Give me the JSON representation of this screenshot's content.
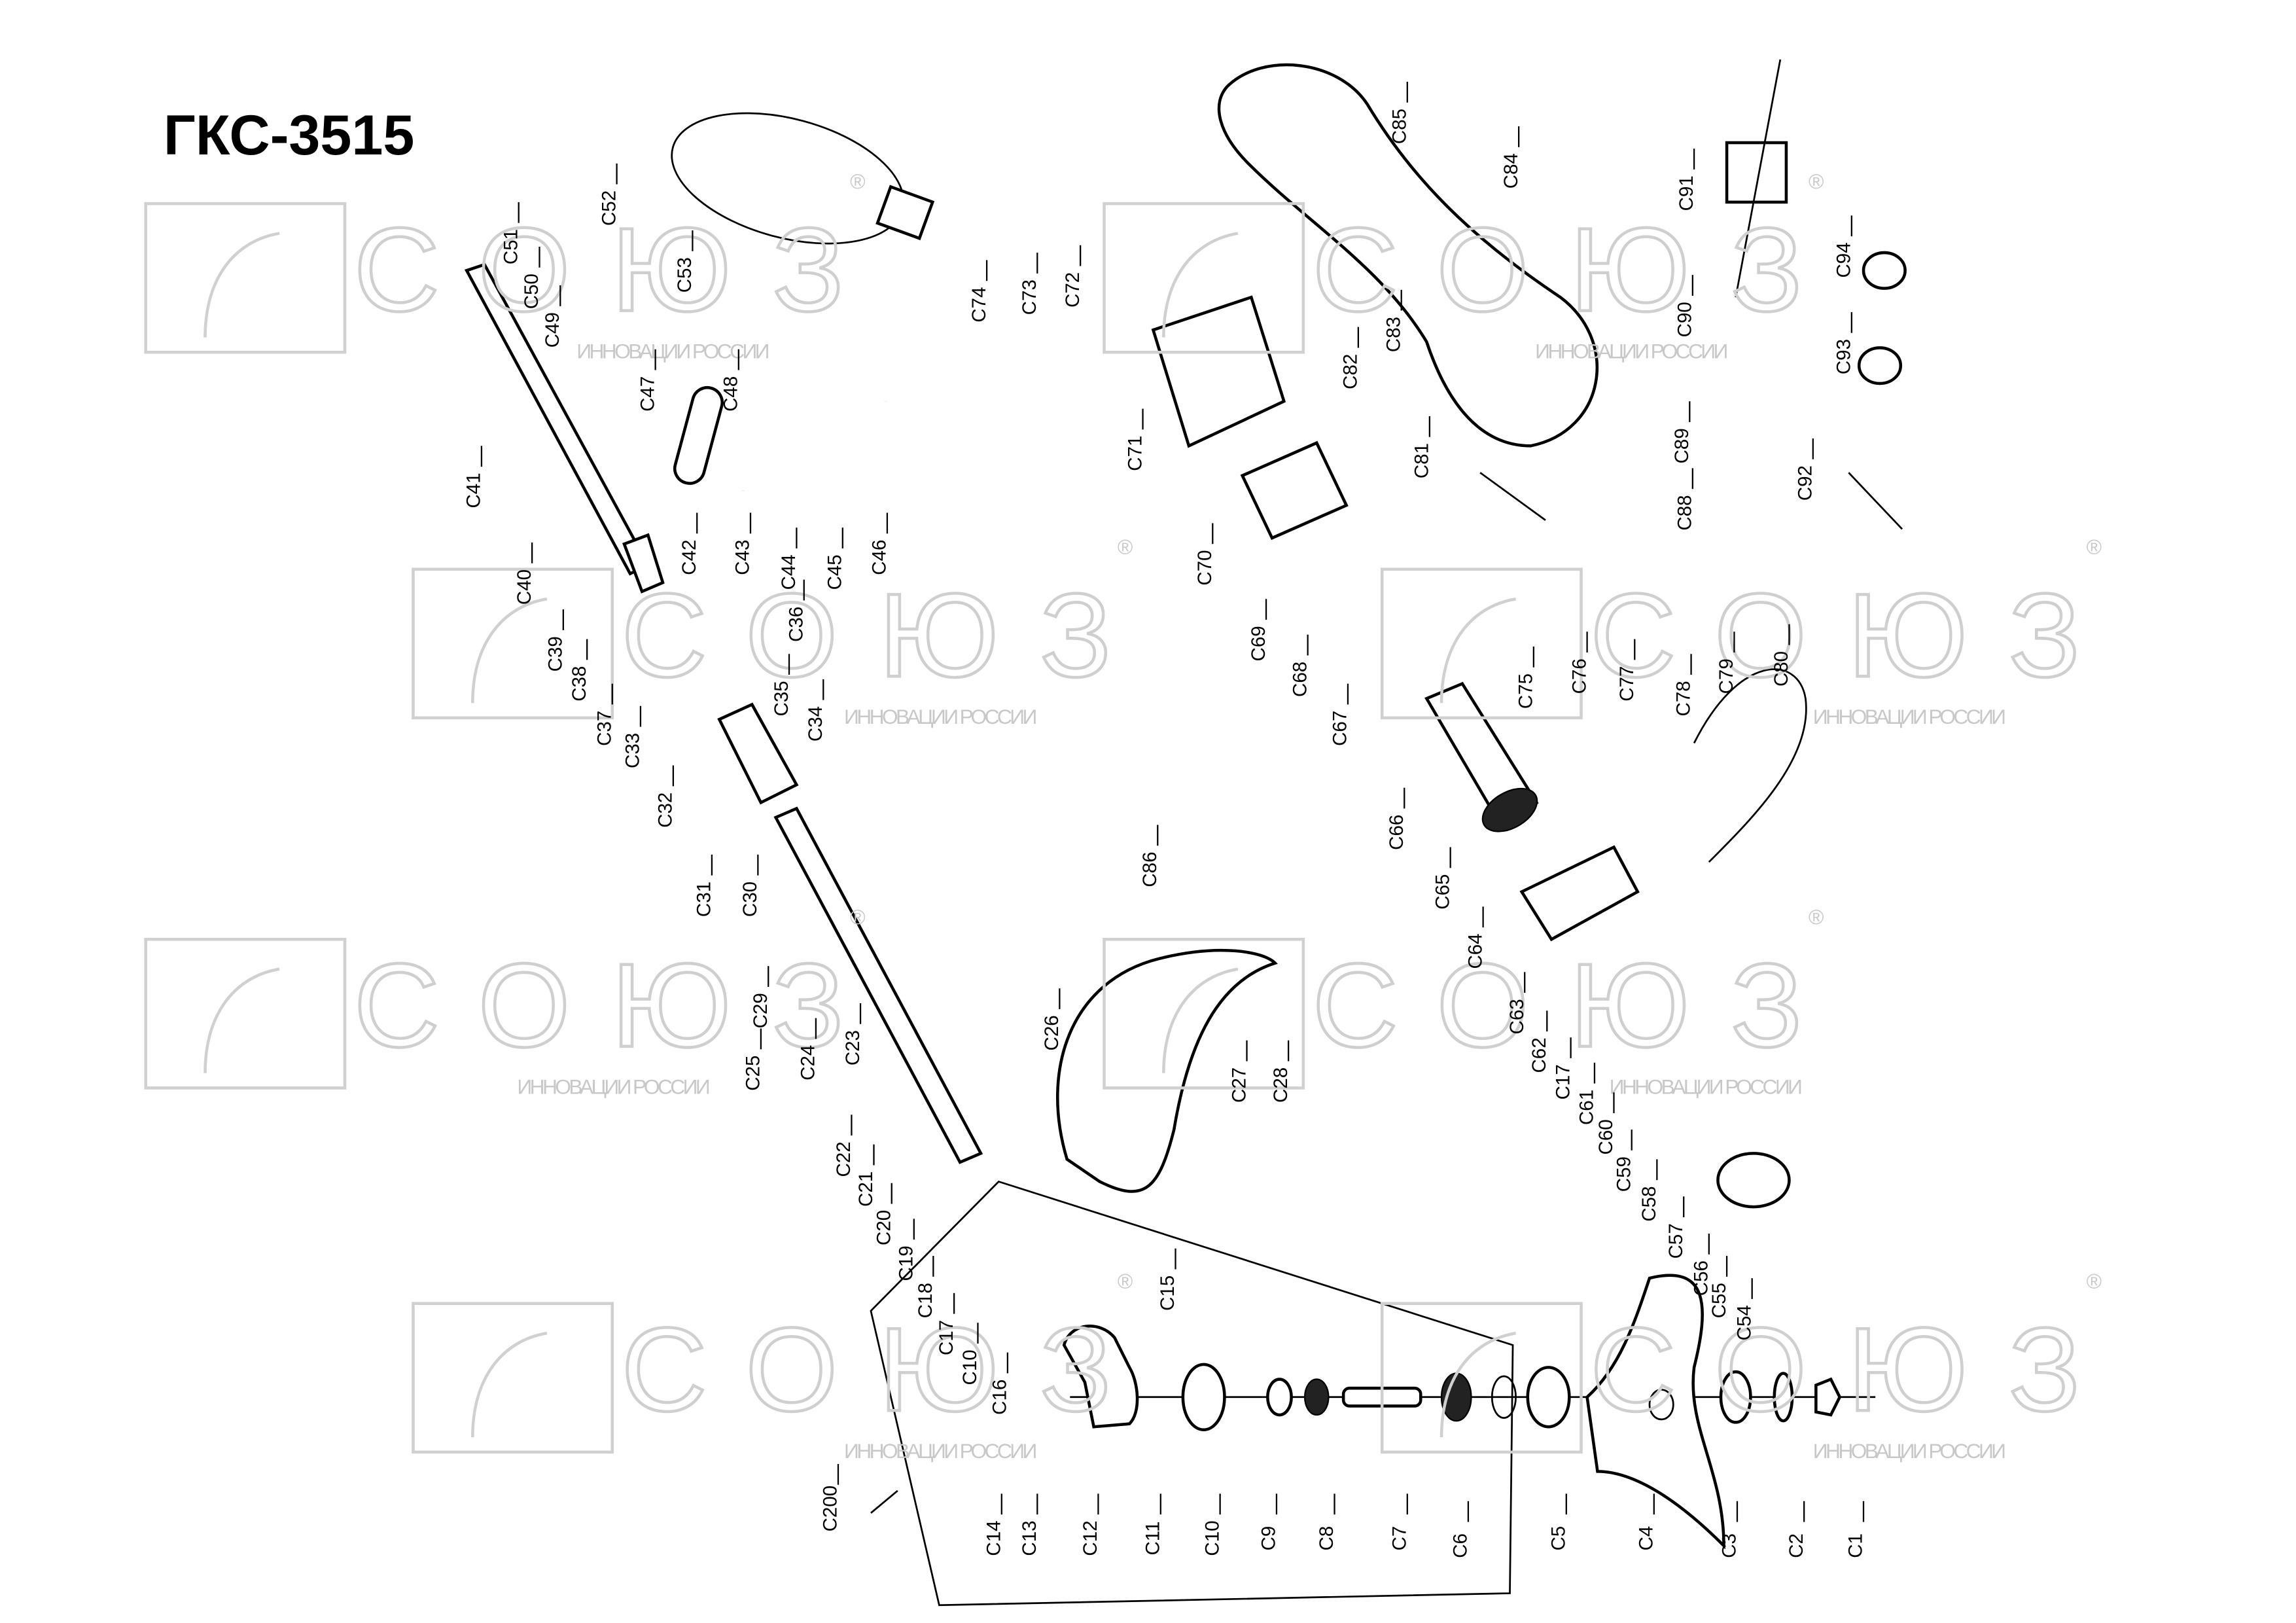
{
  "title": "ГКС-3515",
  "watermark": {
    "brand": "СОЮЗ",
    "tagline": "ИННОВАЦИИ РОССИИ",
    "registered": "®"
  },
  "labels": [
    "C1",
    "C2",
    "C3",
    "C4",
    "C5",
    "C6",
    "C7",
    "C8",
    "C9",
    "C10",
    "C11",
    "C12",
    "C13",
    "C14",
    "C15",
    "C16",
    "C10",
    "C17",
    "C18",
    "C19",
    "C20",
    "C21",
    "C22",
    "C23",
    "C24",
    "C25",
    "C26",
    "C27",
    "C28",
    "C29",
    "C30",
    "C31",
    "C32",
    "C33",
    "C34",
    "C35",
    "C36",
    "C37",
    "C38",
    "C39",
    "C40",
    "C41",
    "C42",
    "C43",
    "C44",
    "C45",
    "C46",
    "C47",
    "C48",
    "C49",
    "C50",
    "C51",
    "C52",
    "C53",
    "C54",
    "C55",
    "C56",
    "C57",
    "C58",
    "C59",
    "C60",
    "C61",
    "C17",
    "C62",
    "C63",
    "C64",
    "C65",
    "C66",
    "C67",
    "C68",
    "C69",
    "C70",
    "C71",
    "C72",
    "C73",
    "C74",
    "C75",
    "C76",
    "C77",
    "C78",
    "C79",
    "C80",
    "C81",
    "C82",
    "C83",
    "C84",
    "C85",
    "C86",
    "C88",
    "C89",
    "C90",
    "C91",
    "C92",
    "C93",
    "C94",
    "C200"
  ]
}
